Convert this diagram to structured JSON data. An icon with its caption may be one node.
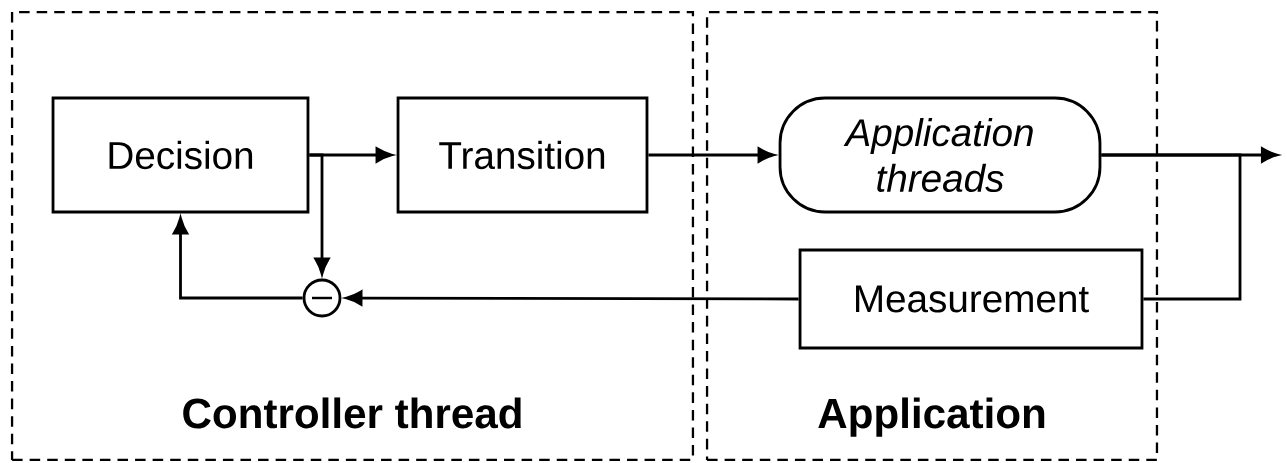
{
  "diagram": {
    "nodes": [
      {
        "text": [
          "Controller thread"
        ]
      },
      {
        "text": [
          "Application"
        ]
      },
      {
        "text": [
          "Decision"
        ],
        "in": 0
      },
      {
        "text": [
          "Transition"
        ],
        "in": 0
      },
      {
        "text": [
          "Application threads"
        ],
        "in": 1
      },
      {
        "text": [
          "Measurement"
        ],
        "in": 1
      },
      {
        "text": [],
        "shape": "circle",
        "in": 0
      }
    ],
    "edges": [
      {
        "from": 2,
        "to": 3,
        "arrow": "to"
      },
      {
        "from": 2,
        "to": 6,
        "arrow": "to"
      },
      {
        "from": 3,
        "to": 4,
        "arrow": "to"
      },
      {
        "from": 4,
        "to": null,
        "arrow": "to"
      },
      {
        "from": 4,
        "to": 5,
        "arrow": "none"
      },
      {
        "from": 5,
        "to": 6,
        "arrow": "to"
      },
      {
        "from": 6,
        "to": 2,
        "arrow": "to"
      }
    ]
  }
}
